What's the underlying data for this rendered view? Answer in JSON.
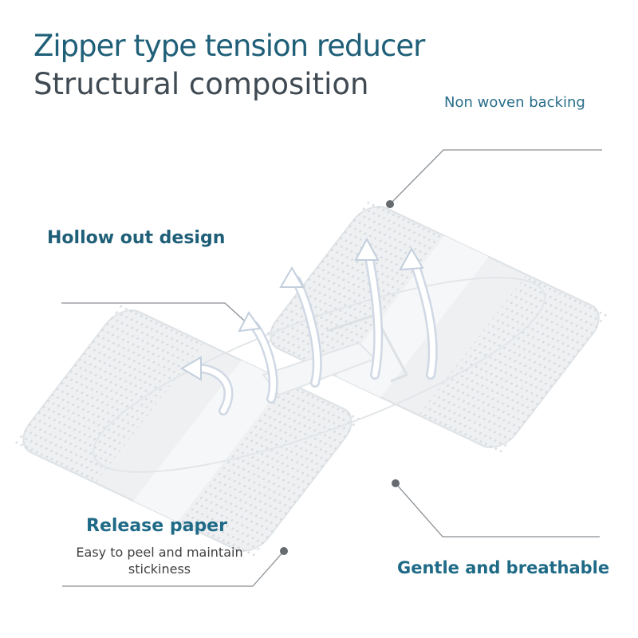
{
  "title": "Zipper type tension reducer",
  "subtitle": "Structural composition",
  "callouts": {
    "non_woven_backing": "Non woven backing",
    "hollow_out_design": "Hollow out design",
    "release_paper": "Release paper",
    "release_paper_desc": "Easy to peel and maintain stickiness",
    "gentle_breathable": "Gentle and breathable"
  },
  "colors": {
    "title": "#1f5f78",
    "subtitle": "#404a52",
    "callout": "#1f6a86",
    "leader_line": "#8a8f94",
    "patch": "#eef0f2"
  }
}
